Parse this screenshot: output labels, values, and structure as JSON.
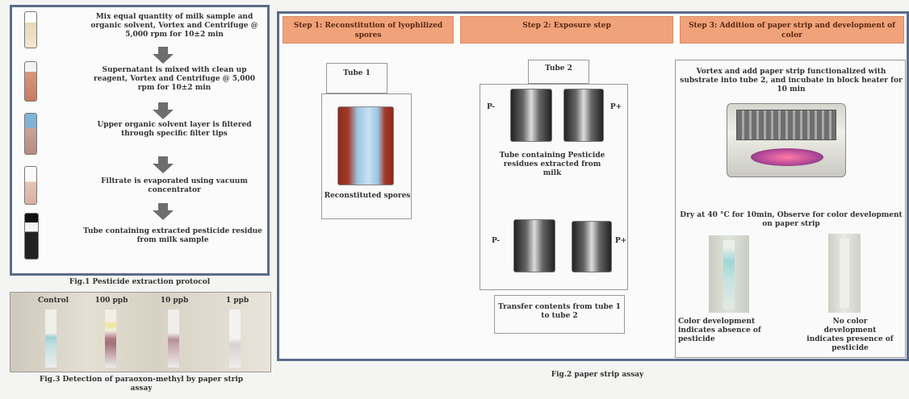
{
  "left": {
    "steps": [
      "Mix equal quantity of milk sample and organic solvent, Vortex and Centrifuge @ 5,000 rpm for 10±2 min",
      "Supernatant is mixed with clean up reagent, Vortex and Centrifuge @ 5,000 rpm for 10±2 min",
      "Upper organic solvent layer is filtered through specific filter tips",
      "Filtrate is evaporated using vacuum concentrator",
      "Tube containing extracted pesticide residue from milk sample"
    ],
    "fig1_caption": "Fig.1 Pesticide extraction protocol",
    "strip_labels": [
      "Control",
      "100 ppb",
      "10 ppb",
      "1 ppb"
    ],
    "fig3_caption": "Fig.3 Detection of paraoxon-methyl by paper strip assay"
  },
  "right": {
    "step1_header": "Step 1: Reconstitution of lyophilized spores",
    "step2_header": "Step 2: Exposure step",
    "step3_header": "Step 3: Addition of paper strip and development of color",
    "tube1_label": "Tube 1",
    "tube2_label": "Tube 2",
    "reconstituted_label": "Reconstituted spores",
    "p_minus": "P-",
    "p_plus": "P+",
    "tube_containing": "Tube containing Pesticide residues extracted from milk",
    "transfer_text": "Transfer contents from tube 1 to tube 2",
    "vortex_text": "Vortex and add paper strip functionalized with substrate into tube 2, and incubate in block heater for 10 min",
    "dry_text": "Dry at 40 °C for 10min, Observe for color development on paper strip",
    "color_dev": "Color development indicates absence of pesticide",
    "no_color_dev": "No color development indicates presence of pesticide",
    "fig2_caption": "Fig.2 paper strip assay"
  },
  "colors": {
    "header_fill": "#f0a27a",
    "arrow_yellow": "#f2c84b",
    "frame_border": "#5b6b8a"
  }
}
